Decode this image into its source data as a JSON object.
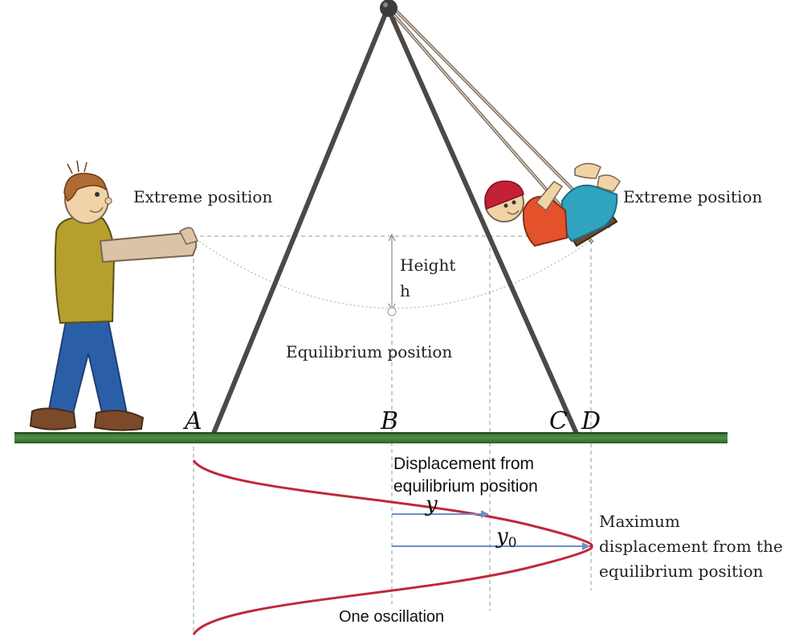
{
  "labels": {
    "extreme_left": "Extreme position",
    "extreme_right": "Extreme position",
    "height_line1": "Height",
    "height_line2": "h",
    "equilibrium": "Equilibrium position",
    "point_a": "A",
    "point_b": "B",
    "point_c": "C",
    "point_d": "D",
    "displacement_line1": "Displacement from",
    "displacement_line2": "equilibrium position",
    "y": "y",
    "y0_base": "y",
    "y0_sub": "0",
    "max_line1": "Maximum",
    "max_line2": "displacement from the",
    "max_line3": "equilibrium position",
    "one_oscillation": "One oscillation"
  },
  "colors": {
    "frame": "#4d4845",
    "ground": "#3f7a3a",
    "wave": "#c0283a",
    "arrow": "#6e8fc7",
    "dashed": "#9a9a9a"
  }
}
